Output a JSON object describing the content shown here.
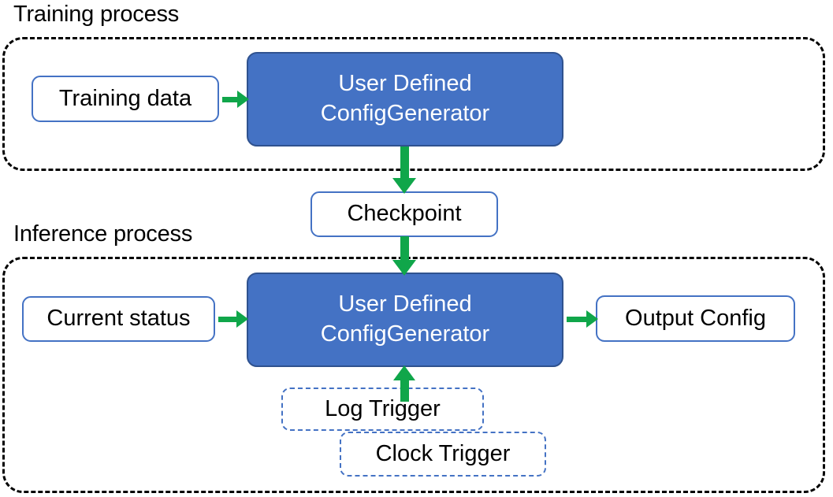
{
  "diagram": {
    "title_training": "Training process",
    "title_inference": "Inference process",
    "accent_blue": "#4472C4",
    "accent_blue_dark": "#2F528F",
    "accent_green": "#10A64A",
    "container_border": "#000000",
    "background": "#FFFFFF"
  },
  "training": {
    "label": "Training process",
    "nodes": {
      "training_data": "Training data",
      "config_generator_line1": "User Defined",
      "config_generator_line2": "ConfigGenerator"
    }
  },
  "shared": {
    "checkpoint": "Checkpoint"
  },
  "inference": {
    "label": "Inference process",
    "nodes": {
      "current_status": "Current status",
      "config_generator_line1": "User Defined",
      "config_generator_line2": "ConfigGenerator",
      "output_config": "Output Config",
      "log_trigger": "Log Trigger",
      "clock_trigger": "Clock Trigger"
    }
  },
  "edges": [
    {
      "id": "training-data-to-generator",
      "from": "Training data",
      "to": "User Defined ConfigGenerator",
      "direction": "right"
    },
    {
      "id": "generator-to-checkpoint",
      "from": "User Defined ConfigGenerator",
      "to": "Checkpoint",
      "direction": "down"
    },
    {
      "id": "checkpoint-to-generator",
      "from": "Checkpoint",
      "to": "User Defined ConfigGenerator",
      "direction": "down"
    },
    {
      "id": "current-status-to-generator",
      "from": "Current status",
      "to": "User Defined ConfigGenerator",
      "direction": "right"
    },
    {
      "id": "generator-to-output-config",
      "from": "User Defined ConfigGenerator",
      "to": "Output Config",
      "direction": "right"
    },
    {
      "id": "triggers-to-generator",
      "from": "Log Trigger / Clock Trigger",
      "to": "User Defined ConfigGenerator",
      "direction": "up"
    }
  ]
}
